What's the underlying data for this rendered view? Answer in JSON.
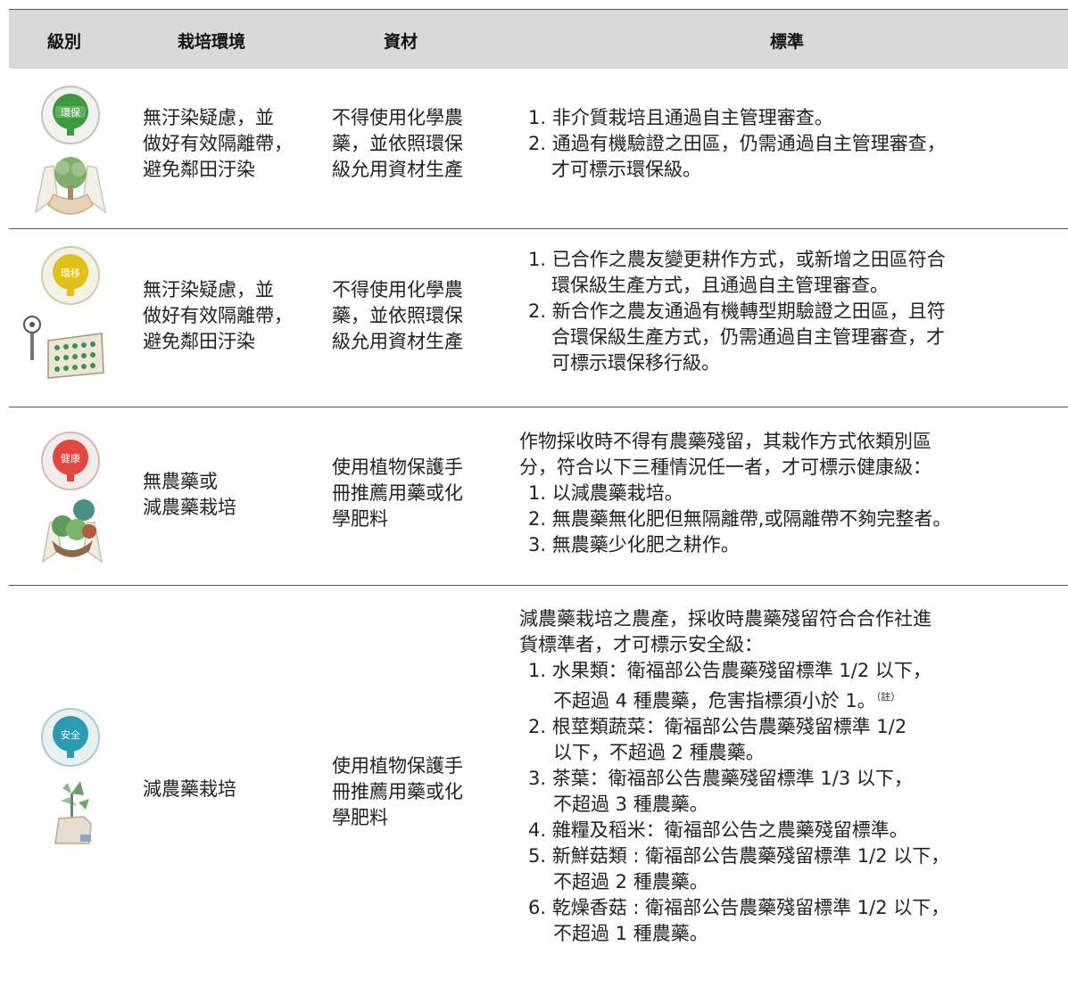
{
  "header": {
    "level": "級別",
    "environment": "栽培環境",
    "materials": "資材",
    "standard": "標準"
  },
  "rows": [
    {
      "badge_text": "環保",
      "badge_color": "#3f9a3f",
      "environment": [
        "無汙染疑慮，並",
        "做好有效隔離帶，",
        "避免鄰田汙染"
      ],
      "materials": [
        "不得使用化學農",
        "藥，並依照環保",
        "級允用資材生產"
      ],
      "standard": [
        "1. 非介質栽培且通過自主管理審查。",
        "2. 通過有機驗證之田區，仍需通過自主管理審查，",
        "才可標示環保級。"
      ]
    },
    {
      "badge_text": "環移",
      "badge_color": "#e2c01a",
      "environment": [
        "無汙染疑慮，並",
        "做好有效隔離帶，",
        "避免鄰田汙染"
      ],
      "materials": [
        "不得使用化學農",
        "藥，並依照環保",
        "級允用資材生產"
      ],
      "standard": [
        "1. 已合作之農友變更耕作方式，或新增之田區符合",
        "環保級生產方式，且通過自主管理審查。",
        "2. 新合作之農友通過有機轉型期驗證之田區，且符",
        "合環保級生產方式，仍需通過自主管理審查，才",
        "可標示環保移行級。"
      ]
    },
    {
      "badge_text": "健康",
      "badge_color": "#e0473e",
      "environment": [
        "無農藥或",
        "減農藥栽培"
      ],
      "materials": [
        "使用植物保護手",
        "冊推薦用藥或化",
        "學肥料"
      ],
      "standard": [
        "作物採收時不得有農藥殘留，其栽作方式依類別區",
        "分，符合以下三種情況任一者，才可標示健康級：",
        "1. 以減農藥栽培。",
        "2. 無農藥無化肥但無隔離帶,或隔離帶不夠完整者。",
        "3. 無農藥少化肥之耕作。"
      ]
    },
    {
      "badge_text": "安全",
      "badge_color": "#2a9bb0",
      "environment": [
        "減農藥栽培"
      ],
      "materials": [
        "使用植物保護手",
        "冊推薦用藥或化",
        "學肥料"
      ],
      "standard": [
        "減農藥栽培之農產，採收時農藥殘留符合合作社進",
        "貨標準者，才可標示安全級：",
        "1. 水果類：衛福部公告農藥殘留標準 1/2 以下，",
        "不超過 4 種農藥，危害指標須小於 1。",
        "2. 根莖類蔬菜：衛福部公告農藥殘留標準 1/2",
        "以下，不超過 2 種農藥。",
        "3. 茶葉：衛福部公告農藥殘留標準 1/3 以下，",
        "不超過 3 種農藥。",
        "4. 雜糧及稻米：衛福部公告之農藥殘留標準。",
        "5. 新鮮菇類 : 衛福部公告農藥殘留標準 1/2 以下，",
        "不超過 2 種農藥。",
        "6. 乾燥香菇 : 衛福部公告農藥殘留標準 1/2 以下，",
        "不超過 1 種農藥。"
      ],
      "footnote_mark": "（註）"
    }
  ]
}
